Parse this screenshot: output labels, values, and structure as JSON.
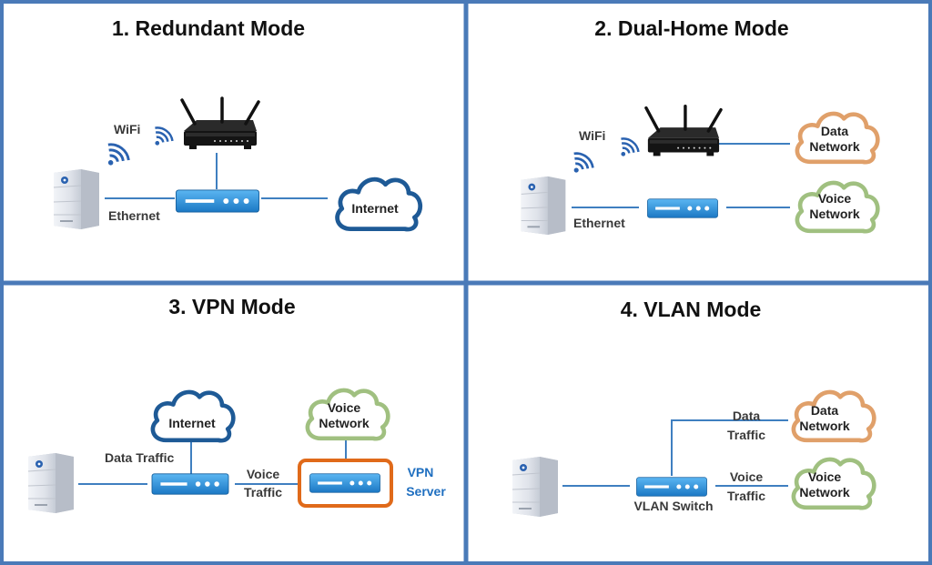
{
  "panels": [
    {
      "title": "1. Redundant Mode",
      "wifi_label": "WiFi",
      "ethernet_label": "Ethernet",
      "internet_cloud": "Internet"
    },
    {
      "title": "2. Dual-Home Mode",
      "wifi_label": "WiFi",
      "ethernet_label": "Ethernet",
      "data_cloud": [
        "Data",
        "Network"
      ],
      "voice_cloud": [
        "Voice",
        "Network"
      ]
    },
    {
      "title": "3. VPN Mode",
      "data_traffic_label": "Data Traffic",
      "voice_traffic_label": [
        "Voice",
        "Traffic"
      ],
      "internet_cloud": "Internet",
      "voice_cloud": [
        "Voice",
        "Network"
      ],
      "vpn_label": [
        "VPN",
        "Server"
      ]
    },
    {
      "title": "4. VLAN Mode",
      "data_traffic_label": [
        "Data",
        "Traffic"
      ],
      "voice_traffic_label": [
        "Voice",
        "Traffic"
      ],
      "switch_label": "VLAN Switch",
      "data_cloud": [
        "Data",
        "Network"
      ],
      "voice_cloud": [
        "Voice",
        "Network"
      ]
    }
  ],
  "colors": {
    "frame": "#4a7ab8",
    "wire": "#3f7fc0",
    "internet_cloud": "#1e5a96",
    "data_cloud": "#e0a06a",
    "voice_cloud": "#a0c080",
    "vpn_highlight": "#e06a1a",
    "switch_fill": "#2e8fd8",
    "router": "#1a1a1a"
  },
  "icons": [
    "server-device-icon",
    "wifi-signal-icon",
    "wireless-router-icon",
    "network-switch-icon",
    "cloud-icon"
  ]
}
